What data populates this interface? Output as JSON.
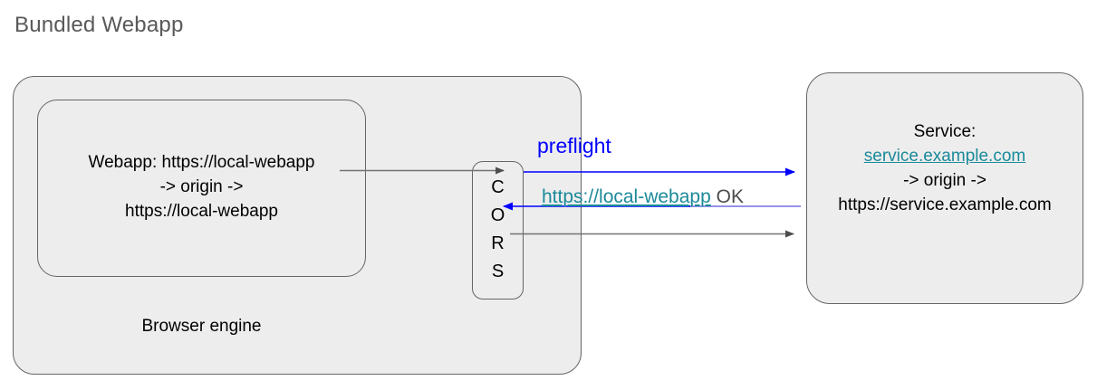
{
  "title": "Bundled Webapp",
  "colors": {
    "box_fill": "#ededed",
    "box_stroke": "#666666",
    "title_text": "#595959",
    "body_text": "#000000",
    "link_teal": "#1b8a9a",
    "arrow_blue": "#0000ff",
    "arrow_gray": "#666666",
    "arrow_purple": "#8a7fe8"
  },
  "browser_engine": {
    "label": "Browser engine",
    "webapp": {
      "line1": "Webapp: https://local-webapp",
      "line2": "-> origin ->",
      "line3": "https://local-webapp"
    },
    "cors": {
      "name": "CORS",
      "letters": [
        "C",
        "O",
        "R",
        "S"
      ]
    }
  },
  "service": {
    "line1": "Service:",
    "link": "service.example.com",
    "line3": "-> origin ->",
    "line4": "https://service.example.com"
  },
  "arrows": {
    "preflight_label": "preflight",
    "response_link": "https://local-webapp",
    "response_status": "OK"
  }
}
